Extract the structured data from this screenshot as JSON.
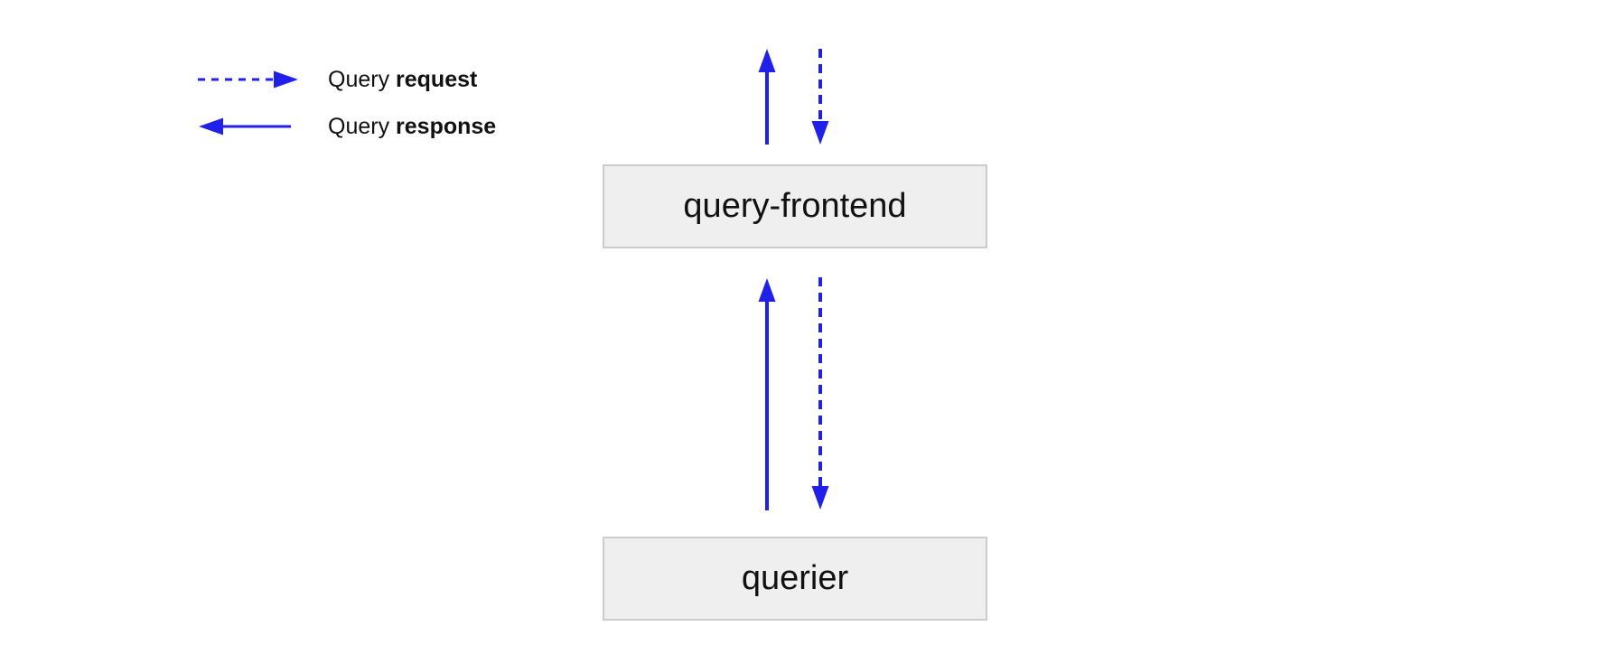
{
  "diagram": {
    "legend": {
      "request": {
        "prefix": "Query ",
        "bold": "request"
      },
      "response": {
        "prefix": "Query ",
        "bold": "response"
      }
    },
    "nodes": {
      "query_frontend": {
        "label": "query-frontend"
      },
      "querier": {
        "label": "querier"
      }
    },
    "arrows": [
      {
        "id": "top-response",
        "style": "solid",
        "direction": "up",
        "meaning": "query response leaving query-frontend upward"
      },
      {
        "id": "top-request",
        "style": "dashed",
        "direction": "down",
        "meaning": "query request entering query-frontend from above"
      },
      {
        "id": "mid-response",
        "style": "solid",
        "direction": "up",
        "meaning": "query response from querier to query-frontend"
      },
      {
        "id": "mid-request",
        "style": "dashed",
        "direction": "down",
        "meaning": "query request from query-frontend to querier"
      }
    ],
    "colors": {
      "arrow_blue": "#2020e8",
      "node_fill": "#efefef",
      "node_border": "#cccccc",
      "text_color": "#111111"
    }
  }
}
